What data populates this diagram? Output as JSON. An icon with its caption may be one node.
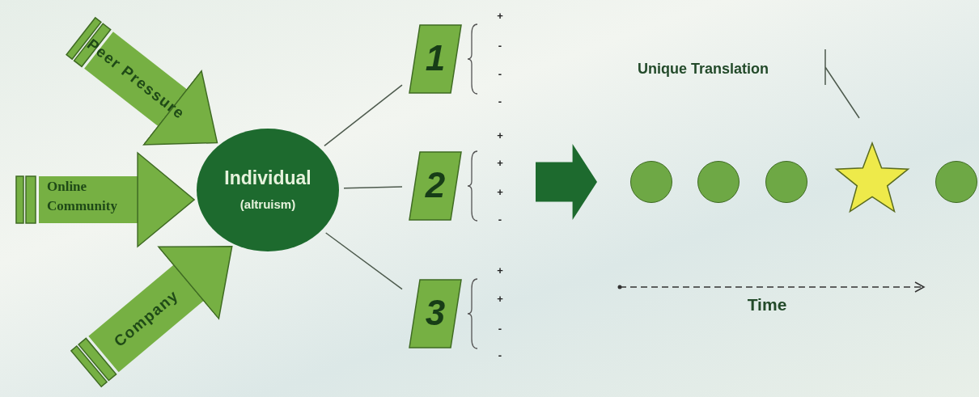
{
  "diagram": {
    "nodes": [
      {
        "text": [
          "Individual",
          "(altruism)"
        ]
      },
      {
        "text": [
          "1"
        ]
      },
      {
        "text": [
          "2"
        ]
      },
      {
        "text": [
          "3"
        ]
      },
      {
        "text": [],
        "shape": "arrow"
      },
      {
        "text": [],
        "shape": "circle"
      },
      {
        "text": [],
        "shape": "circle"
      },
      {
        "text": [],
        "shape": "circle"
      },
      {
        "text": [],
        "shape": "star"
      },
      {
        "text": [],
        "shape": "circle"
      },
      {
        "text": [
          "Unique Translation"
        ]
      }
    ],
    "edges": [
      {
        "from": null,
        "to": 0,
        "arrow": "to",
        "label": "Peer Pressure",
        "style": "thick",
        "color": "#76b043"
      },
      {
        "from": null,
        "to": 0,
        "arrow": "to",
        "label": "Online Community",
        "style": "thick",
        "color": "#76b043"
      },
      {
        "from": null,
        "to": 0,
        "arrow": "to",
        "label": "Company",
        "style": "thick",
        "color": "#76b043"
      },
      {
        "from": 0,
        "to": 1,
        "arrow": "none"
      },
      {
        "from": 0,
        "to": 2,
        "arrow": "none"
      },
      {
        "from": 0,
        "to": 3,
        "arrow": "none"
      },
      {
        "from": 10,
        "to": 8,
        "arrow": "none"
      }
    ],
    "labels": [
      "+",
      "-",
      "-",
      "-",
      "+",
      "+",
      "+",
      "-",
      "+",
      "+",
      "-",
      "-",
      "Time"
    ]
  }
}
